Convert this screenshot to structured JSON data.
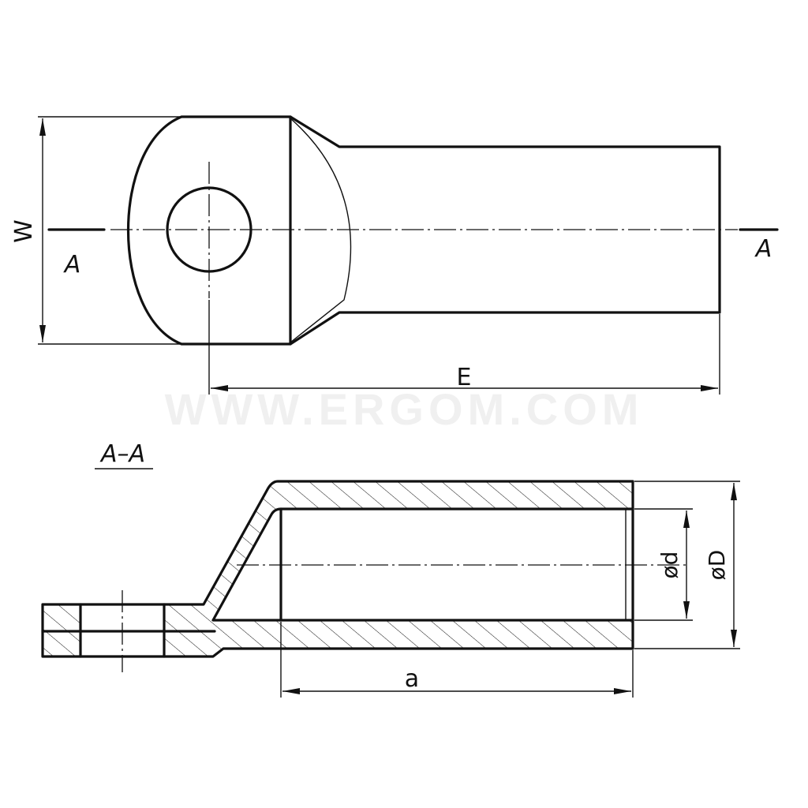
{
  "watermark": "WWW.ERGOM.COM",
  "top_view": {
    "section_mark_left": "A",
    "section_mark_right": "A",
    "dim_width": "W",
    "dim_length": "E"
  },
  "section_view": {
    "title": "A–A",
    "dim_inner_diameter": "ød",
    "dim_outer_diameter": "øD",
    "dim_barrel_depth": "a"
  }
}
